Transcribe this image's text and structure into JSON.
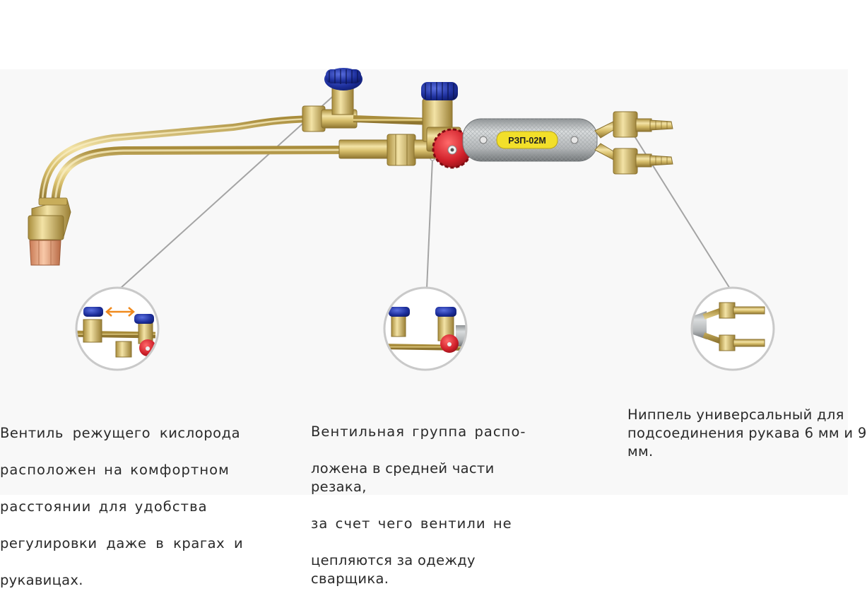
{
  "product": {
    "model_label": "РЗП-02М"
  },
  "callouts": [
    {
      "id": "oxygen-valve",
      "lines": [
        "Вентиль режущего кислорода",
        "расположен на комфортном",
        "расстоянии для удобства",
        "регулировки даже в крагах и",
        "рукавицах."
      ]
    },
    {
      "id": "valve-group",
      "lines": [
        "Вентильная группа распо-",
        "ложена в средней части резака,",
        "за счет чего вентили не",
        "цепляются за одежду сварщика."
      ]
    },
    {
      "id": "nipple",
      "lines": [
        "Ниппель универсальный для",
        "подсоединения рукава 6 мм и 9",
        "мм."
      ]
    }
  ],
  "colors": {
    "brass": "#d8bf6a",
    "knob_blue": "#1d2f9c",
    "knob_red": "#d0202a",
    "handle_gray": "#b9bcbd",
    "label_yellow": "#f2df2a",
    "copper_tip": "#e9a57d",
    "leader_line": "#9a9a9a"
  },
  "icons": [
    "blue-valve-knob-icon",
    "red-valve-knob-icon",
    "double-arrow-icon"
  ]
}
